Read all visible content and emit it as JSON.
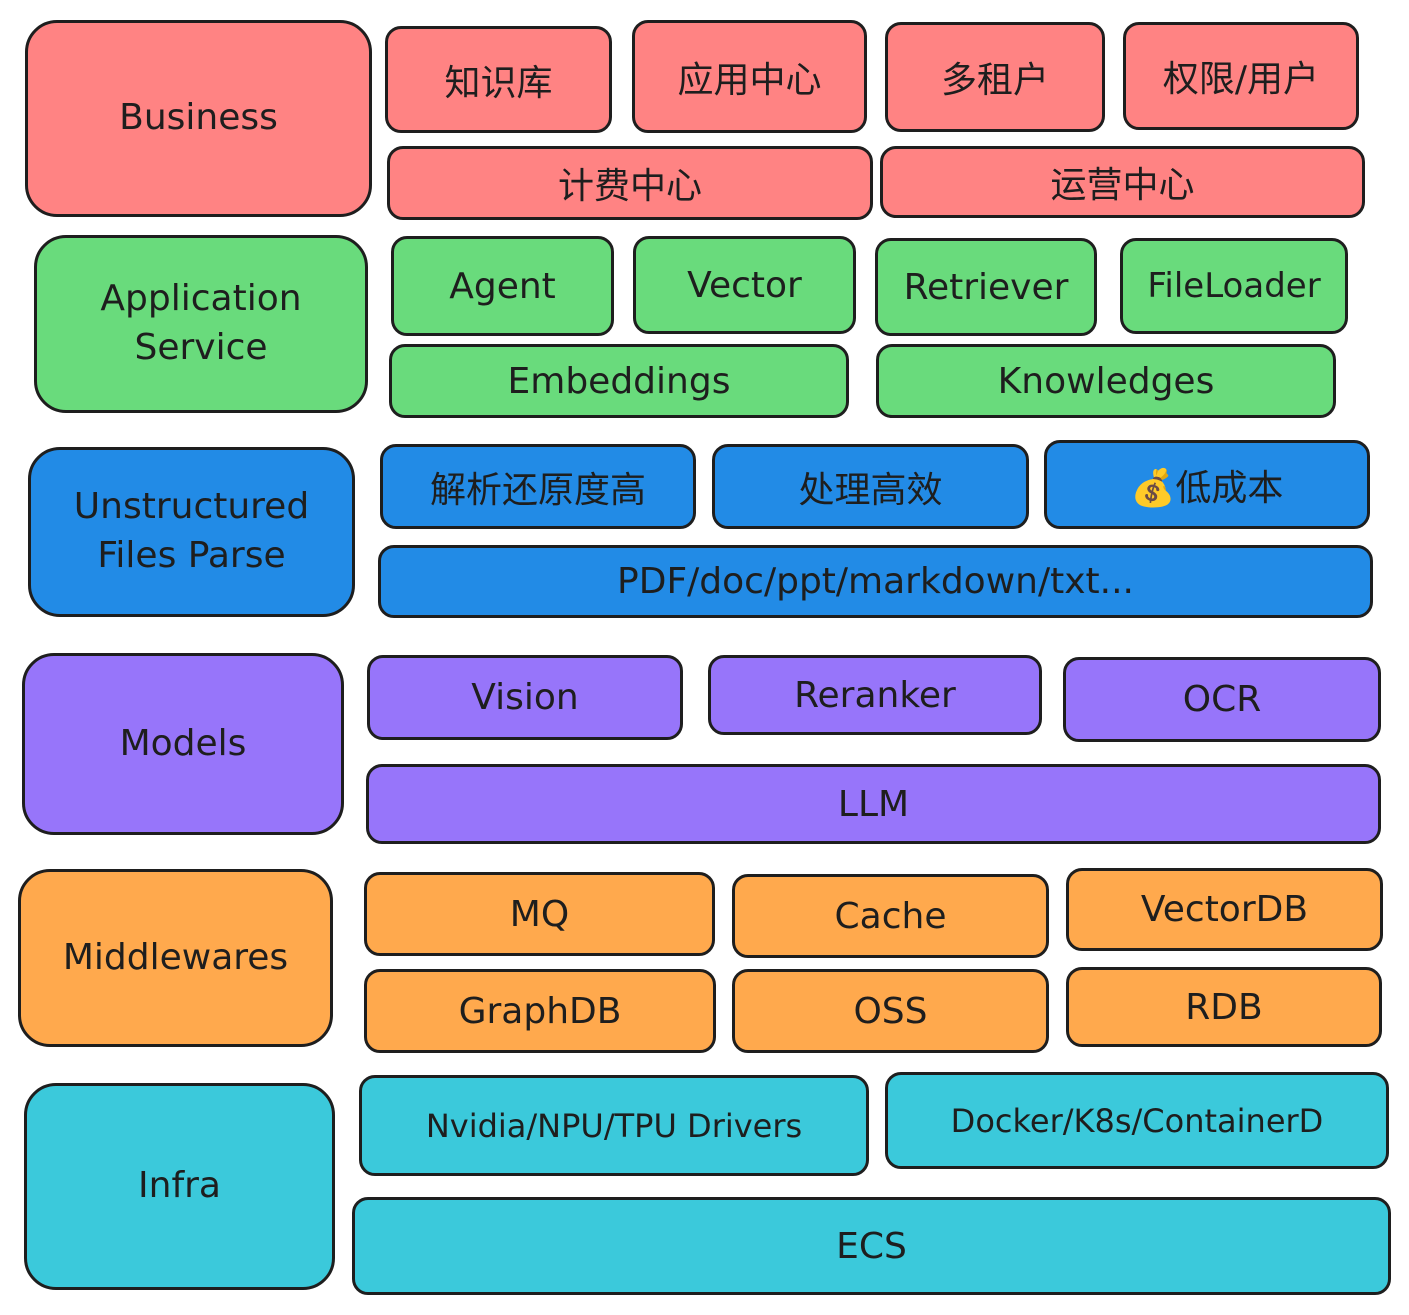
{
  "layers": {
    "business": {
      "label": "Business",
      "items": [
        "知识库",
        "应用中心",
        "多租户",
        "权限/用户",
        "计费中心",
        "运营中心"
      ]
    },
    "application": {
      "label_line1": "Application",
      "label_line2": "Service",
      "items": [
        "Agent",
        "Vector",
        "Retriever",
        "FileLoader",
        "Embeddings",
        "Knowledges"
      ]
    },
    "parse": {
      "label_line1": "Unstructured",
      "label_line2": "Files Parse",
      "items": [
        "解析还原度高",
        "处理高效",
        "💰低成本",
        "PDF/doc/ppt/markdown/txt..."
      ]
    },
    "models": {
      "label": "Models",
      "items": [
        "Vision",
        "Reranker",
        "OCR",
        "LLM"
      ]
    },
    "middlewares": {
      "label": "Middlewares",
      "items": [
        "MQ",
        "Cache",
        "VectorDB",
        "GraphDB",
        "OSS",
        "RDB"
      ]
    },
    "infra": {
      "label": "Infra",
      "items": [
        "Nvidia/NPU/TPU Drivers",
        "Docker/K8s/ContainerD",
        "ECS"
      ]
    }
  },
  "colors": {
    "business": "#ff8383",
    "application": "#69db7c",
    "parse": "#228be6",
    "models": "#9775fa",
    "middlewares": "#ffa94d",
    "infra": "#3bc9db",
    "stroke": "#1e1e1e"
  }
}
